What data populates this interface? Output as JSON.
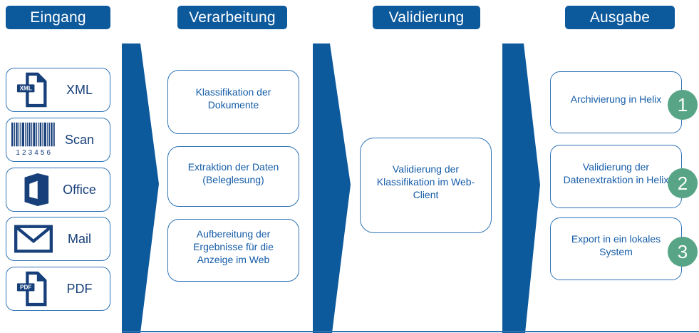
{
  "colors": {
    "primary_blue": "#0C599C",
    "icon_navy": "#173F7A",
    "box_border_blue": "#2E74B5",
    "box_text_blue": "#155CA8",
    "step_badge_green": "#57A586",
    "header_text": "#FFFFFF",
    "background": "#FFFFFF"
  },
  "columns": [
    {
      "header": "Eingang",
      "items": [
        {
          "icon": "xml-file-icon",
          "label": "XML",
          "badge": "XML"
        },
        {
          "icon": "barcode-icon",
          "label": "Scan",
          "digits": "123456"
        },
        {
          "icon": "office-icon",
          "label": "Office"
        },
        {
          "icon": "mail-icon",
          "label": "Mail"
        },
        {
          "icon": "pdf-file-icon",
          "label": "PDF",
          "badge": "PDF"
        }
      ]
    },
    {
      "header": "Verarbeitung",
      "steps": [
        "Klassifikation der Dokumente",
        "Extraktion der Daten (Beleglesung)",
        "Aufbereitung der Ergebnisse für die Anzeige im Web"
      ]
    },
    {
      "header": "Validierung",
      "steps": [
        "Validierung der Klassifikation im Web-Client"
      ]
    },
    {
      "header": "Ausgabe",
      "steps": [
        {
          "text": "Archivierung in Helix",
          "number": "1"
        },
        {
          "text": "Validierung der Datenextraktion in Helix",
          "number": "2"
        },
        {
          "text": "Export in ein lokales System",
          "number": "3"
        }
      ]
    }
  ]
}
